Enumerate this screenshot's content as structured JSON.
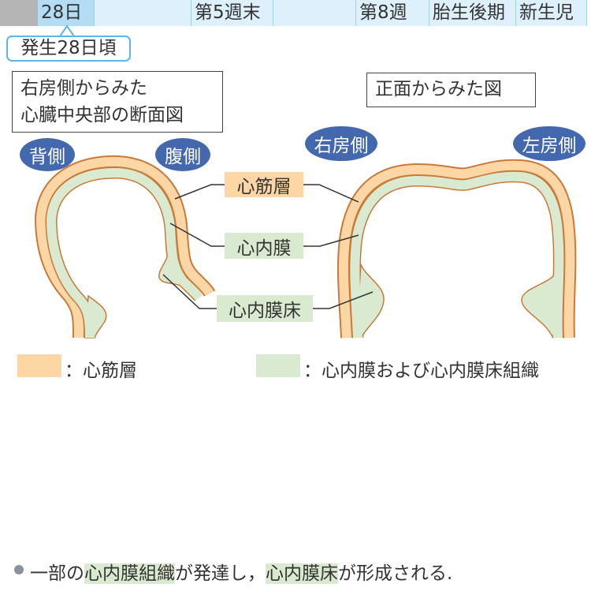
{
  "timeline": {
    "cells": [
      {
        "label": ""
      },
      {
        "label": "28日"
      },
      {
        "label": ""
      },
      {
        "label": "第5週末"
      },
      {
        "label": ""
      },
      {
        "label": "第8週"
      },
      {
        "label": "胎生後期"
      },
      {
        "label": "新生児"
      }
    ]
  },
  "callout": "発生28日頃",
  "left_title": [
    "右房側からみた",
    "心臓中央部の断面図"
  ],
  "right_title": "正面からみた図",
  "orientation": {
    "dorsal": "背側",
    "ventral": "腹側",
    "right_atrial": "右房側",
    "left_atrial": "左房側"
  },
  "labels": {
    "myocardium": "心筋層",
    "endocardium": "心内膜",
    "cushion": "心内膜床"
  },
  "legend": [
    {
      "color": "#fcd6a4",
      "text": "：心筋層"
    },
    {
      "color": "#d9ead0",
      "text": "：心内膜および心内膜床組織"
    }
  ],
  "note": {
    "pre": "一部の",
    "hl1": "心内膜組織",
    "mid": "が発達し，",
    "hl2": "心内膜床",
    "post": "が形成される."
  },
  "colors": {
    "orange": "#fcd6a4",
    "green": "#d9ead0",
    "brown": "#c87a3a",
    "blue": "#4468ae",
    "header": "#ddf0fb",
    "header_active": "#b3dcf5"
  }
}
